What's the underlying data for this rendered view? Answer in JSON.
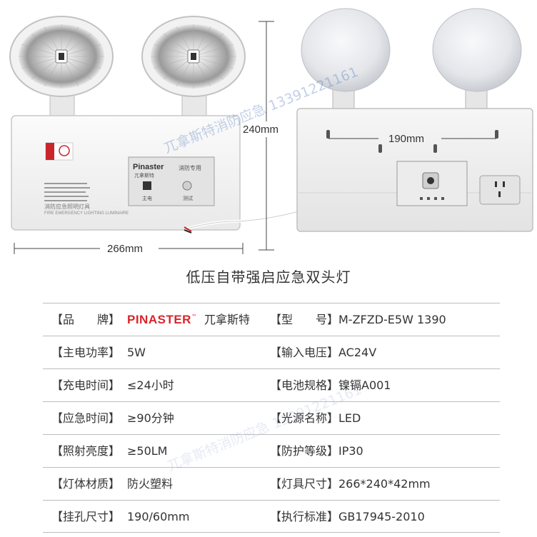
{
  "dimensions": {
    "height": "240mm",
    "width": "266mm",
    "hole_spacing": "190mm"
  },
  "product_labels": {
    "brand_en": "Pinaster",
    "brand_cn": "兀拿斯特",
    "panel_text": "消防专用",
    "button_main": "主电",
    "button_test": "测试",
    "body_cn": "消防应急照明灯具",
    "body_en": "FIRE EMERGENCY LIGHTING LUMINAIRE"
  },
  "watermark": "兀拿斯特消防应急 13391221161",
  "title": "低压自带强启应急双头灯",
  "specs": [
    {
      "label1": "【品　　牌】",
      "brand_logo": "PINASTER",
      "brand_tm": "™",
      "value1": "兀拿斯特",
      "label2": "【型　　号】",
      "value2": "M-ZFZD-E5W 1390"
    },
    {
      "label1": "【主电功率】",
      "value1": "5W",
      "label2": "【输入电压】",
      "value2": "AC24V"
    },
    {
      "label1": "【充电时间】",
      "value1": "≤24小时",
      "label2": "【电池规格】",
      "value2": "镍镉A001"
    },
    {
      "label1": "【应急时间】",
      "value1": "≥90分钟",
      "label2": "【光源名称】",
      "value2": "LED"
    },
    {
      "label1": "【照射亮度】",
      "value1": "≥50LM",
      "label2": "【防护等级】",
      "value2": "IP30"
    },
    {
      "label1": "【灯体材质】",
      "value1": "防火塑料",
      "label2": "【灯具尺寸】",
      "value2": "266*240*42mm"
    },
    {
      "label1": "【挂孔尺寸】",
      "value1": "190/60mm",
      "label2": "【执行标准】",
      "value2": "GB17945-2010"
    }
  ]
}
